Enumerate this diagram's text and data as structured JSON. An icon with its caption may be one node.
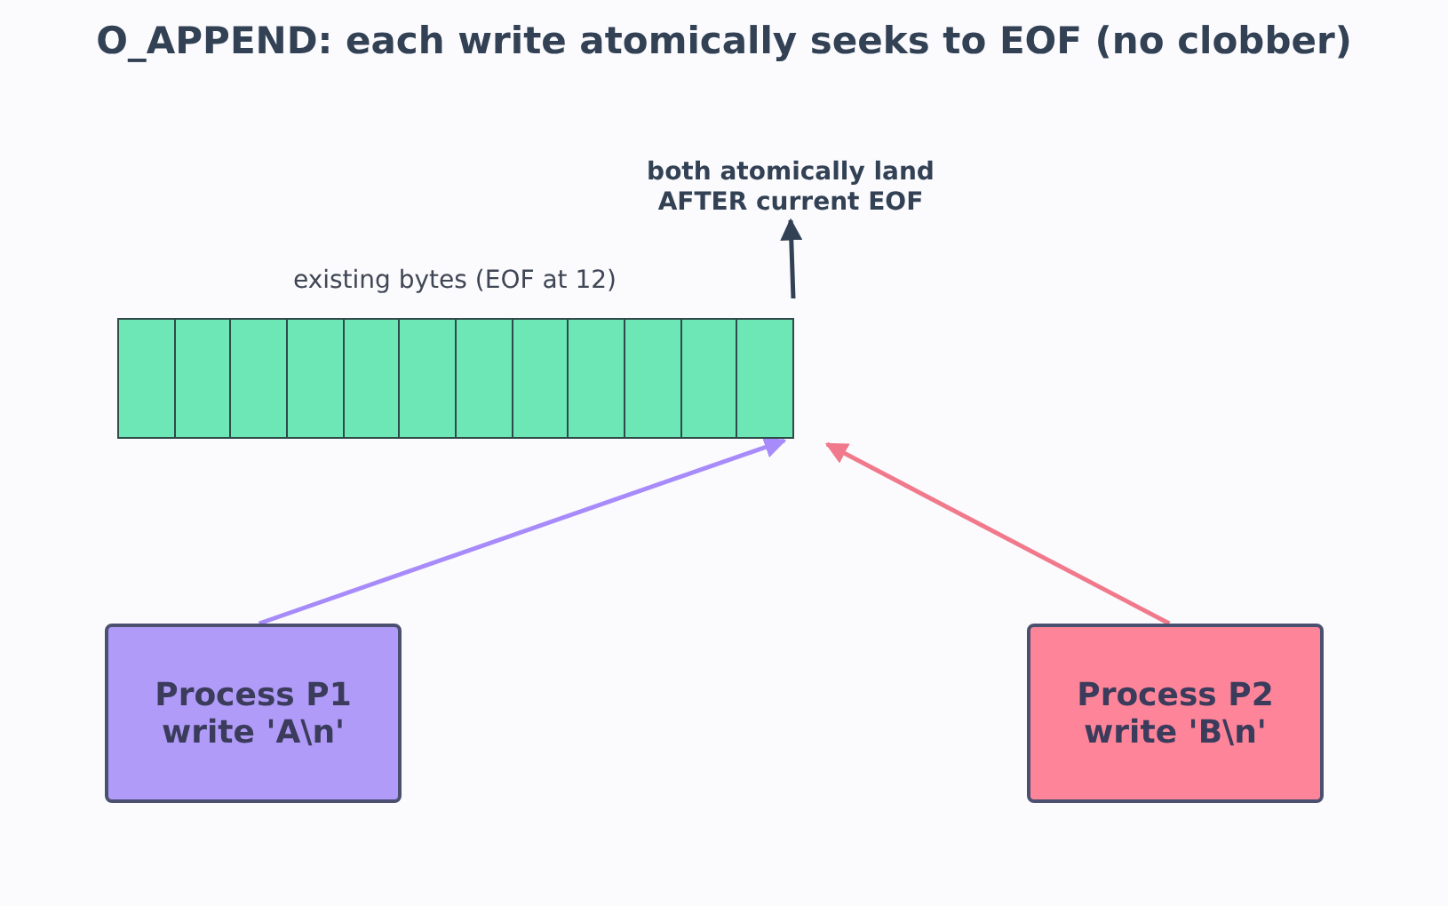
{
  "diagram": {
    "title": "O_APPEND: each write atomically seeks to EOF (no clobber)",
    "nodes": [
      {
        "text": [],
        "shape": "box"
      },
      {
        "text": [],
        "shape": "box"
      },
      {
        "text": [],
        "shape": "box"
      },
      {
        "text": [],
        "shape": "box"
      },
      {
        "text": [],
        "shape": "box"
      },
      {
        "text": [],
        "shape": "box"
      },
      {
        "text": [],
        "shape": "box"
      },
      {
        "text": [],
        "shape": "box"
      },
      {
        "text": [],
        "shape": "box"
      },
      {
        "text": [],
        "shape": "box"
      },
      {
        "text": [],
        "shape": "box"
      },
      {
        "text": [],
        "shape": "box"
      },
      {
        "text": [
          "both atomically land AFTER current EOF"
        ]
      },
      {
        "text": [
          "Process P1 write 'A\\n'"
        ]
      },
      {
        "text": [
          "Process P2 write 'B\\n'"
        ]
      }
    ],
    "edges": [
      {
        "from": 13,
        "to": 11,
        "arrow": "to",
        "color": "#a78bfa"
      },
      {
        "from": 14,
        "to": 11,
        "arrow": "to",
        "color": "#f07a8c"
      },
      {
        "from": 11,
        "to": 12,
        "arrow": "to",
        "color": "#334155"
      }
    ],
    "labels": [
      "existing bytes (EOF at 12)"
    ]
  }
}
